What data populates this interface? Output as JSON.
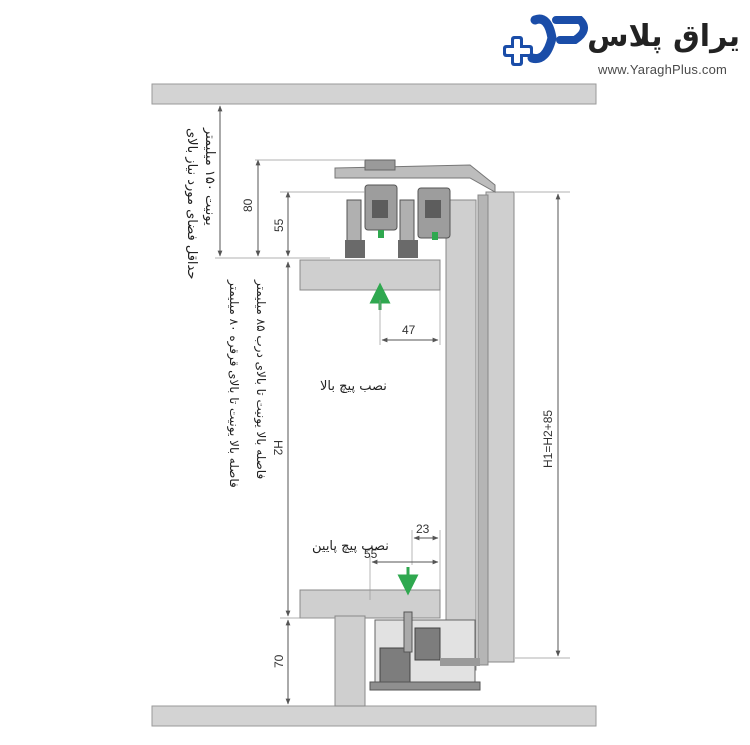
{
  "logo": {
    "brand_fa": "یراق پلاس",
    "url": "www.YaraghPlus.com",
    "accent_color": "#1a4da8",
    "icon": "plus-cross-icon"
  },
  "dimensions": {
    "top_clearance": "80",
    "top_unit_height": "55",
    "top_screw_offset": "47",
    "bottom_screw_offset_a": "23",
    "bottom_screw_offset_b": "55",
    "bottom_height": "70",
    "total_height": "H1=H2+85",
    "h2": "H2"
  },
  "labels": {
    "min_space_line1": "حداقل فضای مورد نیاز بالای",
    "min_space_line2": "یونیت ۱۵۰ میلیمتر",
    "dist_roller": "فاصله بالا یونیت تا بالای قرقره ۸۰ میلیمتر",
    "dist_door": "فاصله بالا یونیت تا بالای درب ۸۵ میلیمتر",
    "top_screw": "نصب پیچ بالا",
    "bottom_screw": "نصب پیچ پایین"
  },
  "colors": {
    "panel_gray": "#d1d1d1",
    "dark_gray": "#8a8a8a",
    "arrow_green": "#2fa84f",
    "line": "#555555"
  }
}
